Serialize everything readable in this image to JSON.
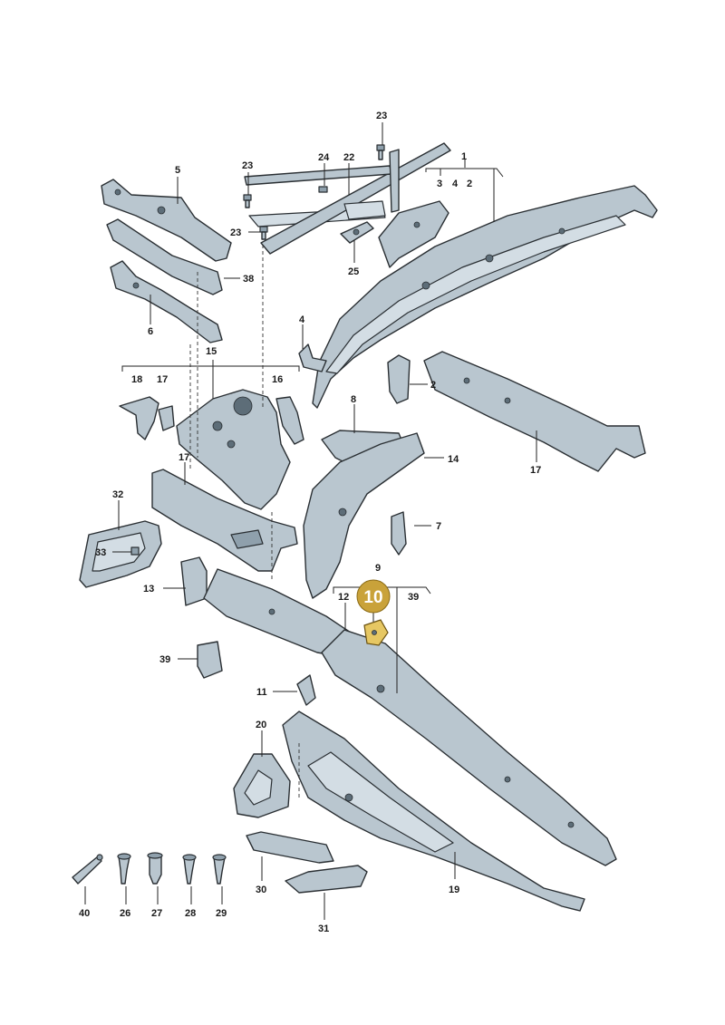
{
  "highlight": {
    "label": "10",
    "color": "#c9a23a"
  },
  "callouts": {
    "c1": "1",
    "c2a": "2",
    "c2b": "2",
    "c3": "3",
    "c4a": "4",
    "c4b": "4",
    "c5": "5",
    "c6": "6",
    "c7": "7",
    "c8": "8",
    "c9": "9",
    "c11": "11",
    "c12": "12",
    "c13": "13",
    "c14": "14",
    "c15": "15",
    "c16": "16",
    "c17a": "17",
    "c17b": "17",
    "c17c": "17",
    "c18": "18",
    "c19": "19",
    "c20": "20",
    "c22": "22",
    "c23a": "23",
    "c23b": "23",
    "c23c": "23",
    "c24": "24",
    "c25": "25",
    "c26": "26",
    "c27": "27",
    "c28": "28",
    "c29": "29",
    "c30": "30",
    "c31": "31",
    "c32": "32",
    "c33": "33",
    "c38": "38",
    "c39a": "39",
    "c39b": "39",
    "c40": "40"
  },
  "colors": {
    "part_fill": "#b9c6cf",
    "outline": "#2a2f33",
    "highlight_fill": "#e6c763"
  }
}
